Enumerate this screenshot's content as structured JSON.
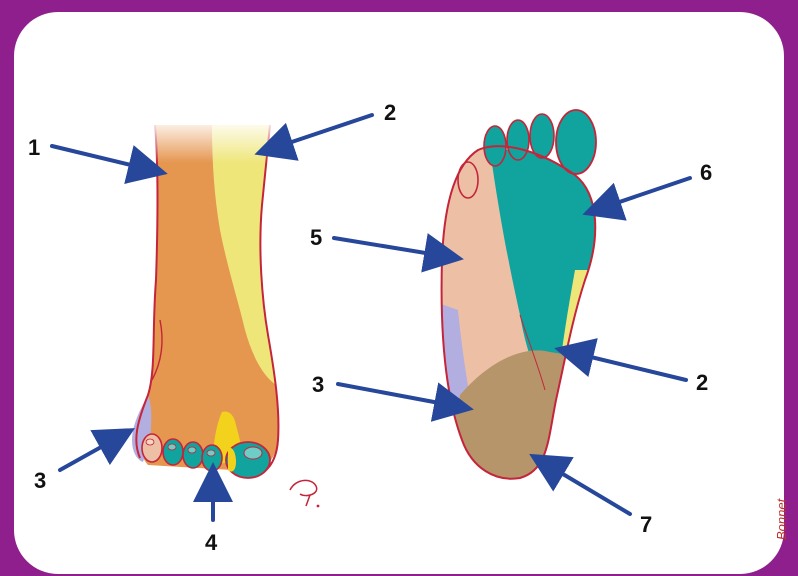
{
  "labels": {
    "l1": "1",
    "l2a": "2",
    "l2b": "2",
    "l3a": "3",
    "l3b": "3",
    "l4": "4",
    "l5": "5",
    "l6": "6",
    "l7": "7"
  },
  "signature": "Bonnet",
  "colors": {
    "background": "#8f1f8c",
    "panel": "#ffffff",
    "zone_1": "#e5964f",
    "zone_2": "#efe67a",
    "zone_3": "#b3aee0",
    "zone_4": "#f2d21c",
    "zone_5": "#edc0a6",
    "zone_6": "#11a39d",
    "zone_7": "#b7956b",
    "outline": "#c4253a",
    "arrow": "#27479a"
  }
}
